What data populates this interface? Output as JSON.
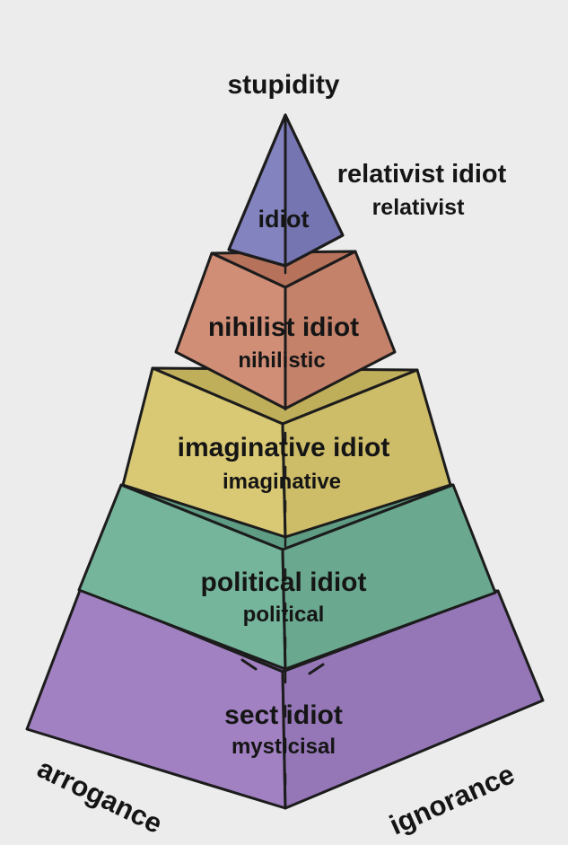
{
  "top_label": "stupidity",
  "left_label": "arrogance",
  "right_label": "ignorance",
  "tiers": [
    {
      "name": "idiot",
      "color": "#7f7fbd",
      "side_title": "relativist idiot",
      "side_subtitle": "relativist"
    },
    {
      "name": "nihilist idiot",
      "subtitle": "nihilistic",
      "color": "#cd8a72"
    },
    {
      "name": "imaginative idiot",
      "subtitle": "imaginative",
      "color": "#d6c66f"
    },
    {
      "name": "political idiot",
      "subtitle": "political",
      "color": "#70b298"
    },
    {
      "name": "sect idiot",
      "subtitle": "mysticisal",
      "color": "#9f7bbd"
    }
  ]
}
